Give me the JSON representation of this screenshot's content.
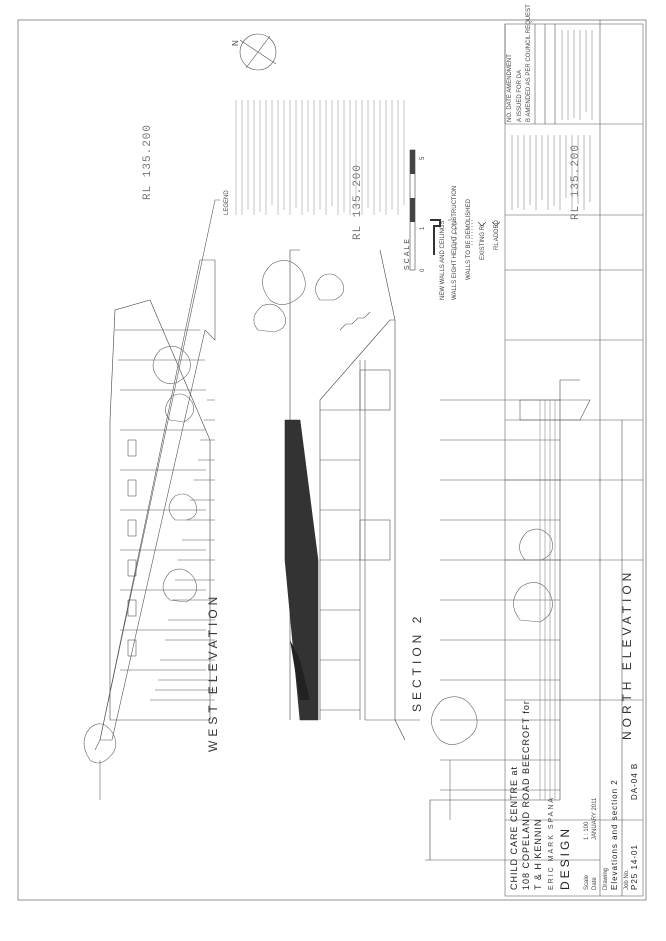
{
  "drawing": {
    "labels": {
      "west_elevation": "WEST ELEVATION",
      "section_2": "SECTION 2",
      "north_elevation": "NORTH ELEVATION",
      "reduced_level": "RL 135.200"
    },
    "north_arrow": "N",
    "scale_label": "SCALE",
    "scale_ticks": [
      "0",
      "1",
      "5"
    ]
  },
  "legend": {
    "heading": "LEGEND",
    "symbols": [
      "NEW WALLS AND CEILINGS",
      "WALLS EIGHT HEIGHT CONSTRUCTION",
      "WALLS TO BE DEMOLISHED",
      "EXISTING RL",
      "RL ADDED"
    ]
  },
  "title_block": {
    "project_line1": "CHILD CARE CENTRE at",
    "project_line2": "108 COPELAND ROAD BEECROFT for",
    "client": "T & H KENNIN",
    "firm_line1": "ERIC MARK SPANA",
    "firm_name": "DESIGN",
    "scale_label": "Scale",
    "scale_value": "1 : 100",
    "date_label": "Date",
    "date_value": "JANUARY 2011",
    "drawing_label": "Drawing",
    "drawing_title": "Elevations and section 2",
    "job_label": "Job No.",
    "job_value": "P25 14-01",
    "sheet_value": "DA-04 B"
  },
  "revisions": {
    "header": "NO.  DATE  AMENDMENT",
    "rows": [
      "A  ISSUED FOR DA",
      "B  AMENDED AS PER COUNCIL REQUEST"
    ]
  }
}
